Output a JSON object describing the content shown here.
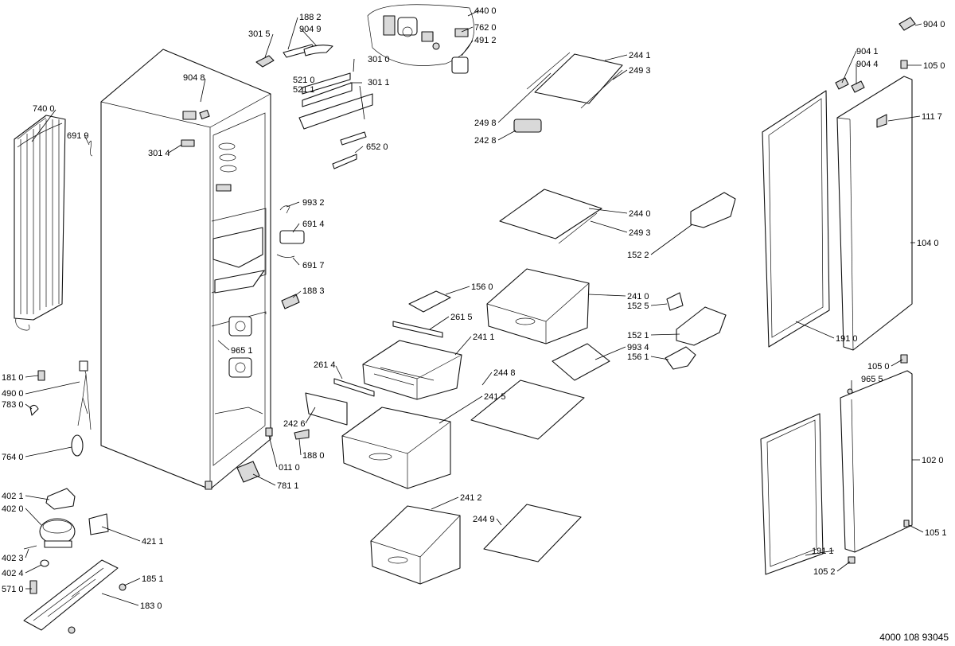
{
  "document_number": "4000 108 93045",
  "labels": {
    "l7400": "740 0",
    "l6919": "691 9",
    "l3015": "301 5",
    "l1882": "188 2",
    "l9049": "904 9",
    "l4400": "440 0",
    "l7620": "762 0",
    "l4912": "491 2",
    "l9048": "904 8",
    "l3010": "301 0",
    "l5210": "521 0",
    "l5211": "521 1",
    "l3011": "301 1",
    "l3014": "301 4",
    "l6520": "652 0",
    "l9932": "993 2",
    "l6914": "691 4",
    "l6917": "691 7",
    "l1883": "188 3",
    "l9651": "965 1",
    "l1810": "181 0",
    "l4900": "490 0",
    "l7830": "783 0",
    "l7640": "764 0",
    "l4021": "402 1",
    "l4020": "402 0",
    "l4023": "402 3",
    "l4024": "402 4",
    "l5710": "571 0",
    "l4211": "421 1",
    "l1851": "185 1",
    "l1830": "183 0",
    "l2614": "261 4",
    "l2426": "242 6",
    "l1880": "188 0",
    "l0110": "011 0",
    "l7811": "781 1",
    "l1560": "156 0",
    "l2615": "261 5",
    "l2411": "241 1",
    "l2415": "241 5",
    "l2412": "241 2",
    "l2441": "244 1",
    "l2493": "249 3",
    "l2498": "249 8",
    "l2428": "242 8",
    "l2440": "244 0",
    "l2493b": "249 3",
    "l1522": "152 2",
    "l2410": "241 0",
    "l1525": "152 5",
    "l1521": "152 1",
    "l9934": "993 4",
    "l1561": "156 1",
    "l2448": "244 8",
    "l2449": "244 9",
    "l9040": "904 0",
    "l9041": "904 1",
    "l9044": "904 4",
    "l1050": "105 0",
    "l1117": "111 7",
    "l1040": "104 0",
    "l1910": "191 0",
    "l1050b": "105 0",
    "l9655": "965 5",
    "l1020": "102 0",
    "l1911": "191 1",
    "l1051": "105 1",
    "l1052": "105 2"
  }
}
